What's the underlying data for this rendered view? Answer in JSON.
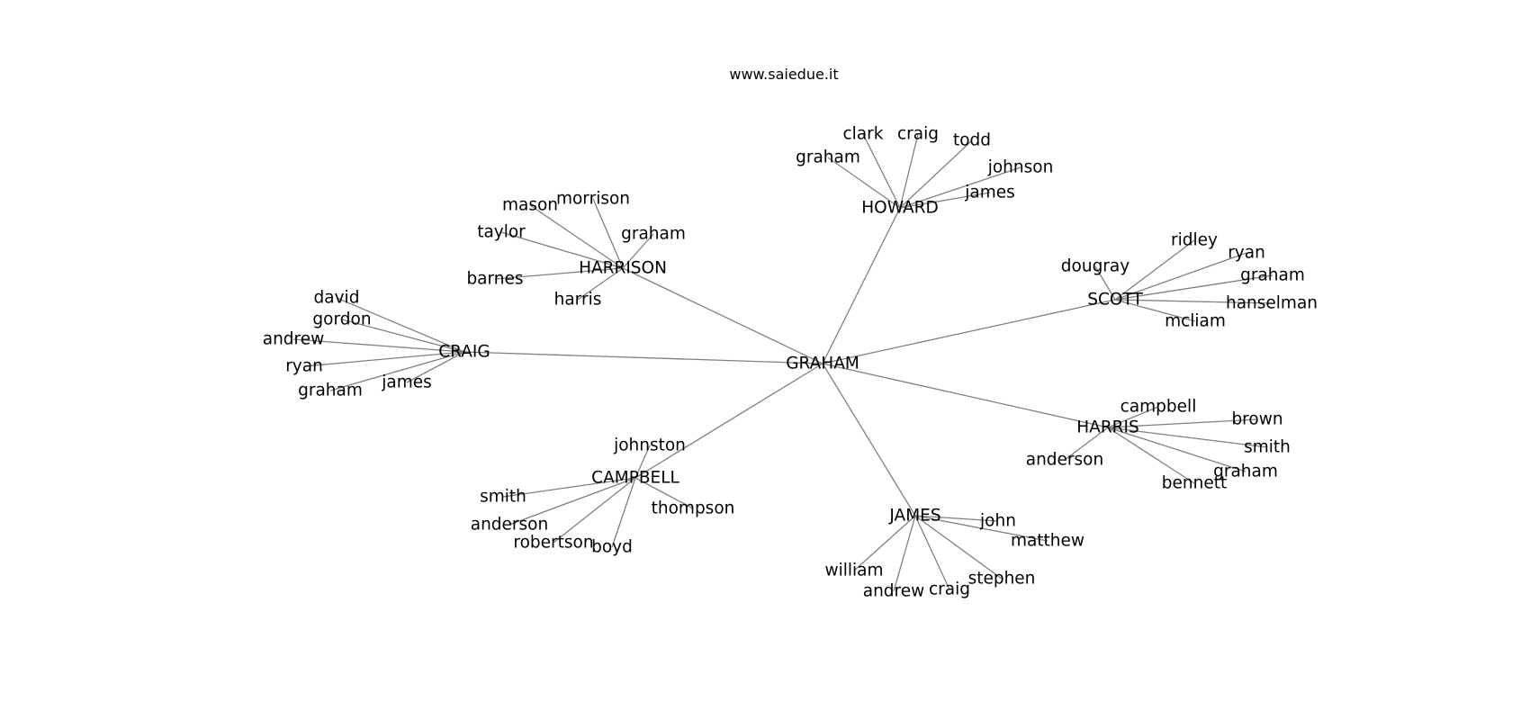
{
  "title": "www.saiedue.it",
  "edge_color": "#808080",
  "text_color": "#000000",
  "background": "#ffffff",
  "center": "GRAHAM",
  "hubs": [
    {
      "name": "HOWARD",
      "leaves": [
        "graham",
        "clark",
        "craig",
        "todd",
        "johnson",
        "james"
      ]
    },
    {
      "name": "HARRISON",
      "leaves": [
        "mason",
        "morrison",
        "taylor",
        "graham",
        "barnes",
        "harris"
      ]
    },
    {
      "name": "SCOTT",
      "leaves": [
        "dougray",
        "ridley",
        "ryan",
        "graham",
        "hanselman",
        "mcliam"
      ]
    },
    {
      "name": "CRAIG",
      "leaves": [
        "david",
        "gordon",
        "andrew",
        "ryan",
        "graham",
        "james"
      ]
    },
    {
      "name": "HARRIS",
      "leaves": [
        "campbell",
        "brown",
        "smith",
        "graham",
        "bennett",
        "anderson"
      ]
    },
    {
      "name": "CAMPBELL",
      "leaves": [
        "johnston",
        "smith",
        "anderson",
        "robertson",
        "boyd",
        "thompson"
      ]
    },
    {
      "name": "JAMES",
      "leaves": [
        "john",
        "matthew",
        "stephen",
        "craig",
        "andrew",
        "william"
      ]
    }
  ]
}
